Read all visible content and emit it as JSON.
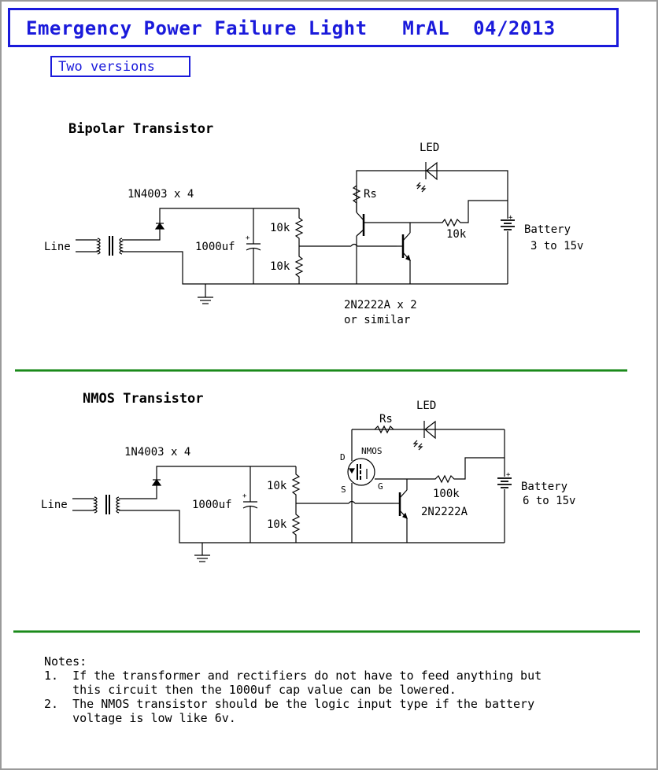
{
  "header": {
    "title": "Emergency Power Failure Light   MrAL  04/2013",
    "subtitle": "Two versions"
  },
  "bipolar": {
    "heading": "Bipolar Transistor",
    "diodes": "1N4003 x 4",
    "line": "Line",
    "cap": "1000uf",
    "r_top": "10k",
    "r_bot": "10k",
    "rs": "Rs",
    "led": "LED",
    "r_base": "10k",
    "battery": "Battery",
    "battery_range": "3 to 15v",
    "transistor": "2N2222A x 2",
    "transistor_note": "or similar"
  },
  "nmos": {
    "heading": "NMOS Transistor",
    "diodes": "1N4003 x 4",
    "line": "Line",
    "cap": "1000uf",
    "r_top": "10k",
    "r_bot": "10k",
    "rs": "Rs",
    "led": "LED",
    "fet_label": "NMOS",
    "pin_d": "D",
    "pin_s": "S",
    "pin_g": "G",
    "r_base": "100k",
    "battery": "Battery",
    "battery_range": "6 to 15v",
    "transistor": "2N2222A"
  },
  "notes": {
    "heading": "Notes:",
    "items": [
      "1.  If the transformer and rectifiers do not have to feed anything but\n    this circuit then the 1000uf cap value can be lowered.",
      "2.  The NMOS transistor should be the logic input type if the battery\n    voltage is low like 6v."
    ]
  },
  "colors": {
    "title_blue": "#1a1adb",
    "divider_green": "#1a8a1a",
    "wire": "#000000"
  }
}
